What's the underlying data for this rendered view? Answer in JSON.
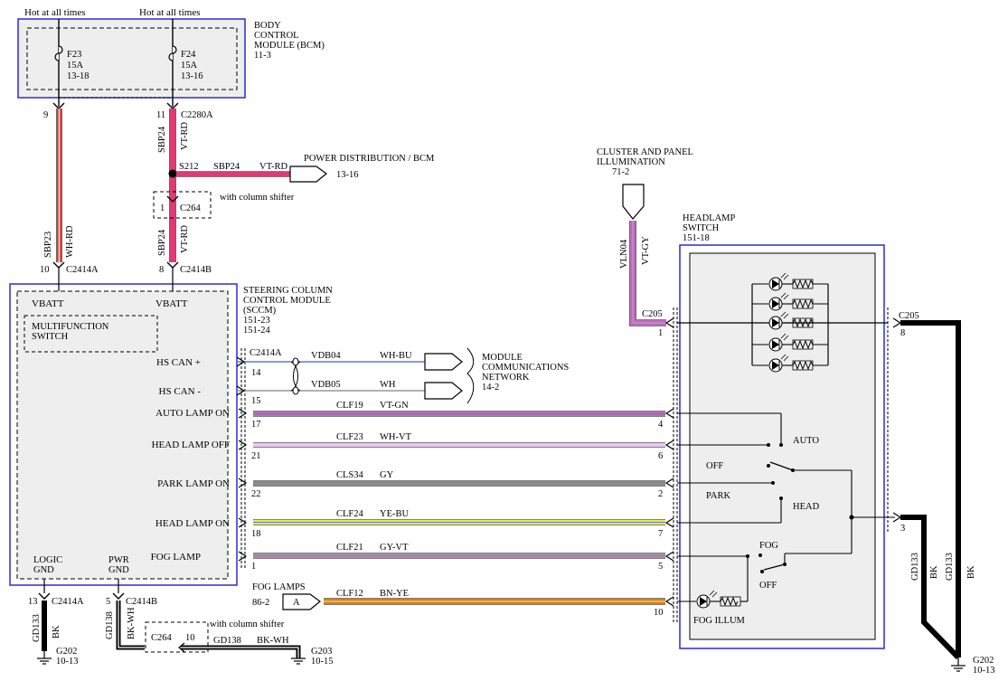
{
  "top": {
    "hot1": "Hot at all times",
    "hot2": "Hot at all times"
  },
  "bcm": {
    "title": [
      "BODY",
      "CONTROL",
      "MODULE (BCM)",
      "11-3"
    ],
    "f23": [
      "F23",
      "15A",
      "13-18"
    ],
    "f24": [
      "F24",
      "15A",
      "13-16"
    ],
    "pin9": "9",
    "pin11": "11",
    "conn": "C2280A"
  },
  "wires": {
    "sbp24": "SBP24",
    "vtrd": "VT-RD",
    "sbp23": "SBP23",
    "whrd": "WH-RD",
    "splice": "S212",
    "pd_sbp": "SBP24",
    "pd_color": "VT-RD",
    "pd_title": "POWER DISTRIBUTION / BCM",
    "pd_ref": "13-16",
    "c264_pin": "1",
    "c264": "C264",
    "col_shifter": "with column shifter",
    "pin10": "10",
    "c2414a": "C2414A",
    "pin8": "8",
    "c2414b": "C2414B"
  },
  "sccm": {
    "title": [
      "STEERING COLUMN",
      "CONTROL MODULE",
      "(SCCM)",
      "151-23",
      "151-24"
    ],
    "vbatt1": "VBATT",
    "vbatt2": "VBATT",
    "mfs": [
      "MULTIFUNCTION",
      "SWITCH"
    ],
    "signals": [
      "HS CAN +",
      "HS CAN -",
      "AUTO LAMP ON",
      "HEAD LAMP OFF",
      "PARK LAMP ON",
      "HEAD LAMP ON",
      "FOG LAMP"
    ],
    "logic_gnd": [
      "LOGIC",
      "GND"
    ],
    "pwr_gnd": [
      "PWR",
      "GND"
    ]
  },
  "circuits": [
    {
      "left_pin": "14",
      "code": "VDB04",
      "color": "WH-BU",
      "right_pin": ""
    },
    {
      "left_pin": "15",
      "code": "VDB05",
      "color": "WH",
      "right_pin": ""
    },
    {
      "left_pin": "17",
      "code": "CLF19",
      "color": "VT-GN",
      "right_pin": "4"
    },
    {
      "left_pin": "21",
      "code": "CLF23",
      "color": "WH-VT",
      "right_pin": "6"
    },
    {
      "left_pin": "22",
      "code": "CLS34",
      "color": "GY",
      "right_pin": "2"
    },
    {
      "left_pin": "18",
      "code": "CLF24",
      "color": "YE-BU",
      "right_pin": "7"
    },
    {
      "left_pin": "1",
      "code": "CLF21",
      "color": "GY-VT",
      "right_pin": "5"
    }
  ],
  "can": {
    "conn": "C2414A",
    "network": [
      "MODULE",
      "COMMUNICATIONS",
      "NETWORK",
      "14-2"
    ]
  },
  "cluster": {
    "title": [
      "CLUSTER AND PANEL",
      "ILLUMINATION",
      "71-2"
    ],
    "code": "VLN04",
    "color": "VT-GY"
  },
  "headlamp": {
    "title": [
      "HEADLAMP",
      "SWITCH",
      "151-18"
    ],
    "c205_left": "C205",
    "pin1": "1",
    "c205_right": "C205",
    "pin8": "8",
    "pos_auto": "AUTO",
    "pos_off": "OFF",
    "pos_park": "PARK",
    "pos_head": "HEAD",
    "fog": "FOG",
    "fog_off": "OFF",
    "fog_illum": "FOG ILLUM",
    "pin3": "3",
    "pin10": "10"
  },
  "right_ground": {
    "gd133a": "GD133",
    "bka": "BK",
    "gd133b": "GD133",
    "bkb": "BK",
    "g202": "G202",
    "ref": "10-13"
  },
  "fog_lamps": {
    "title": "FOG LAMPS",
    "ref": "86-2",
    "conn_letter": "A",
    "code": "CLF12",
    "color": "BN-YE"
  },
  "left_ground": {
    "pin13": "13",
    "c2414a": "C2414A",
    "pin5": "5",
    "c2414b": "C2414B",
    "gd133": "GD133",
    "bk": "BK",
    "gd138": "GD138",
    "bkwh": "BK-WH",
    "g202": "G202",
    "g202_ref": "10-13",
    "c264": "C264",
    "c264_pin": "10",
    "col_shifter": "with column shifter",
    "gd138b": "GD138",
    "bkwh2": "BK-WH",
    "g203": "G203",
    "g203_ref": "10-15"
  },
  "colors": {
    "box_blue": "#2b2bd6",
    "panel_gray": "#eeeeee",
    "wire_red": "#e8403a",
    "wire_magenta": "#e0368c",
    "wire_violet": "#c764c7",
    "wire_gray": "#8a8a8a",
    "wire_yellow": "#ecec3a",
    "wire_orange": "#e07820",
    "wire_blue": "#5a7ae0"
  }
}
